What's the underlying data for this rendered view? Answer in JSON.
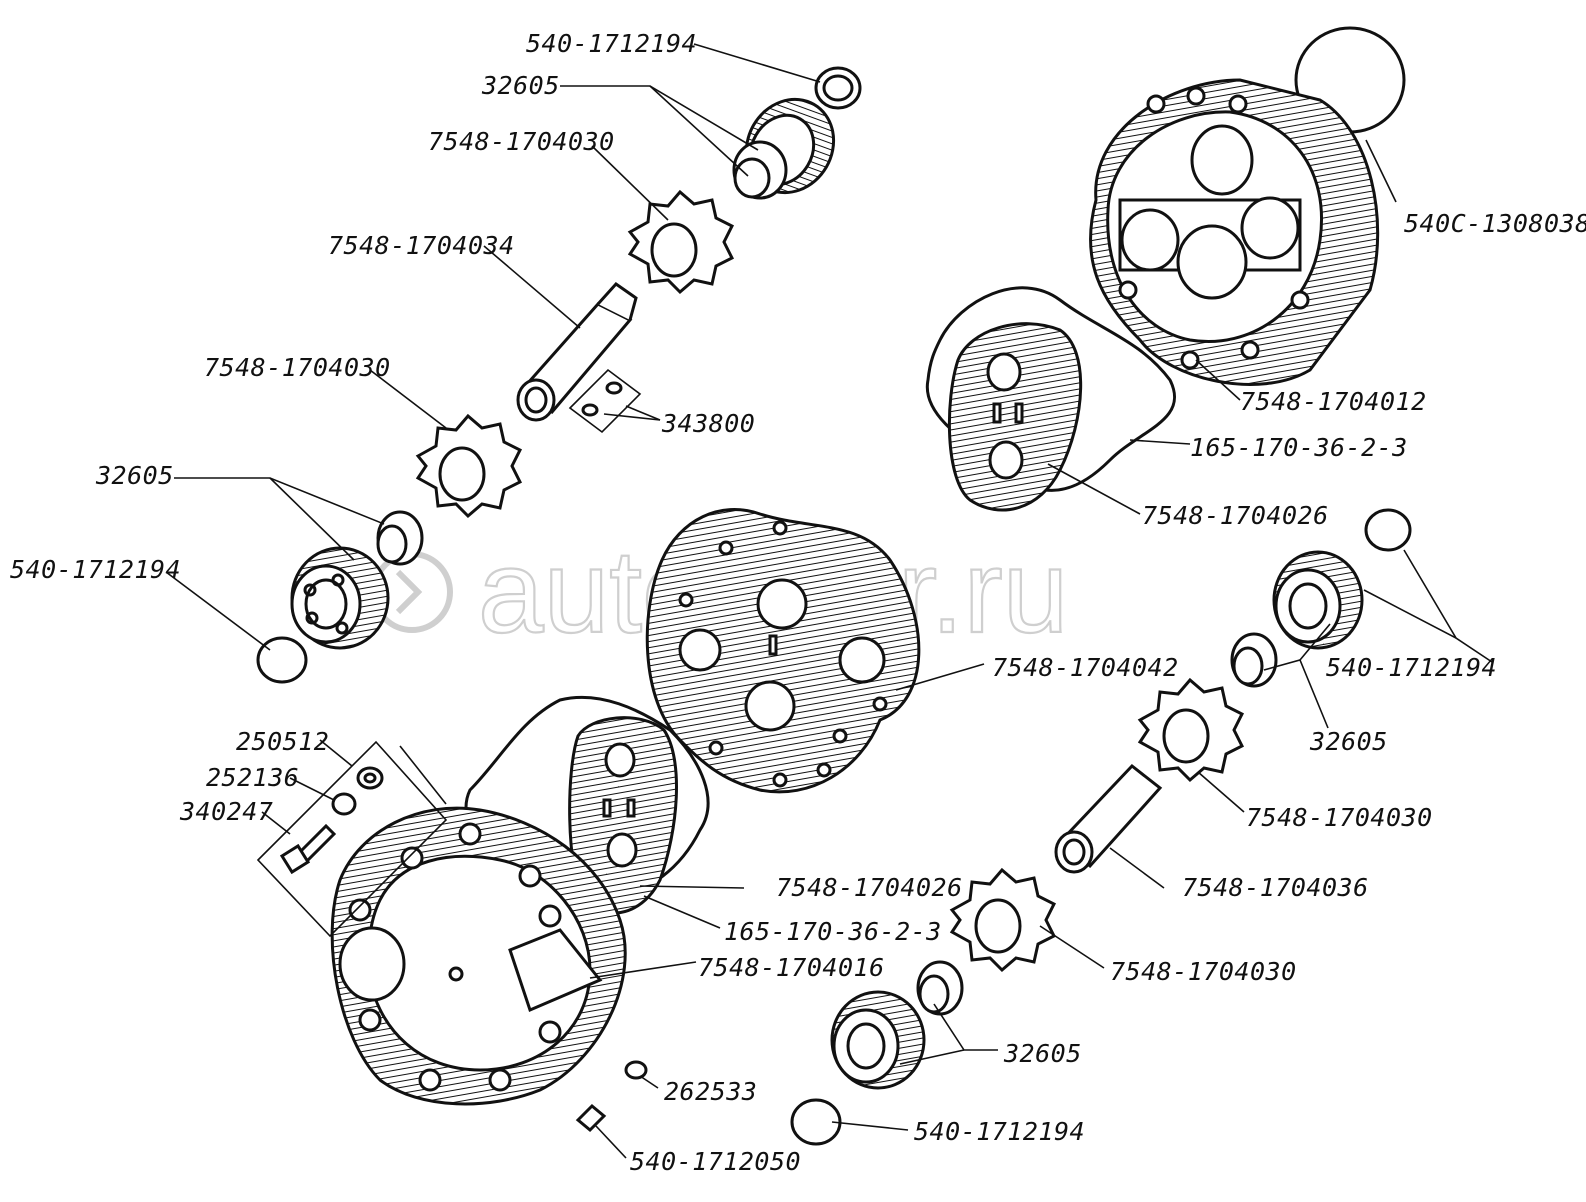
{
  "watermark": {
    "text": "autopiter.ru"
  },
  "labels": {
    "l01": "540-1712194",
    "l02": "32605",
    "l03": "7548-1704030",
    "l04": "7548-1704034",
    "l05": "7548-1704030",
    "l06": "343800",
    "l07": "32605",
    "l08": "540-1712194",
    "l09": "540C-1308038",
    "l10": "7548-1704012",
    "l11": "165-170-36-2-3",
    "l12": "7548-1704026",
    "l13": "7548-1704042",
    "l14": "540-1712194",
    "l15": "32605",
    "l16": "250512",
    "l17": "252136",
    "l18": "340247",
    "l19": "7548-1704030",
    "l20": "7548-1704026",
    "l21": "7548-1704036",
    "l22": "165-170-36-2-3",
    "l23": "7548-1704016",
    "l24": "7548-1704030",
    "l25": "32605",
    "l26": "262533",
    "l27": "540-1712194",
    "l28": "540-1712050"
  }
}
